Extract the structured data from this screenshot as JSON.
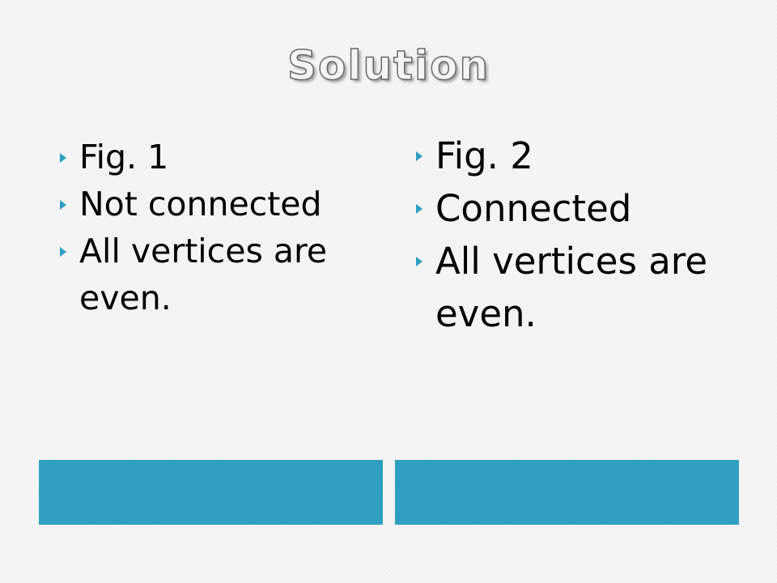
{
  "slide": {
    "title": "Solution",
    "accent_color": "#2e9fc0",
    "bullet_icon": "triangle-right-icon"
  },
  "left_column": {
    "items": [
      "Fig. 1",
      "Not connected",
      "All vertices are even."
    ]
  },
  "right_column": {
    "items": [
      "Fig. 2",
      "Connected",
      "All vertices are even."
    ]
  }
}
